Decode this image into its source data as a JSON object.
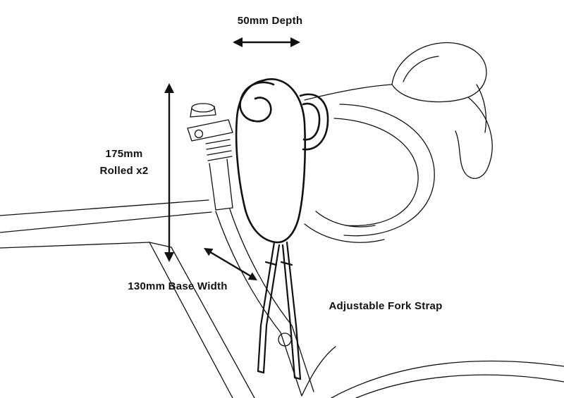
{
  "page": {
    "background": "#ffffff",
    "ink": "#111111"
  },
  "diagram": {
    "annotations": {
      "depth": {
        "label": "50mm Depth"
      },
      "rolled_height": {
        "line1": "175mm",
        "line2": "Rolled x2"
      },
      "base_width": {
        "label": "130mm Base Width"
      },
      "fork_strap": {
        "label": "Adjustable Fork Strap"
      }
    }
  }
}
